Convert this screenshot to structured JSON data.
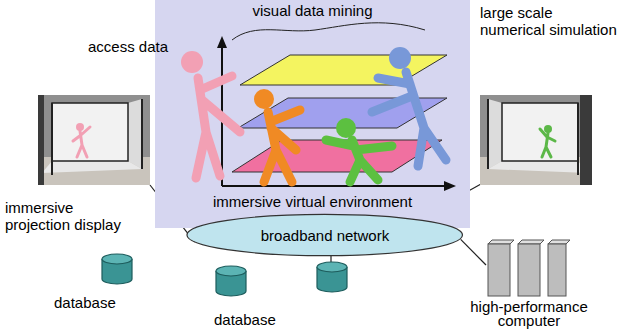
{
  "diagram": {
    "nodes": [
      {
        "text": [
          "visual data mining",
          "immersive virtual environment"
        ]
      },
      {
        "text": [
          "immersive projection display"
        ]
      },
      {
        "text": [
          "broadband network"
        ]
      },
      {
        "text": [
          "database"
        ]
      },
      {
        "text": [
          "database"
        ]
      },
      {
        "text": [
          "high-performance computer"
        ]
      }
    ],
    "edges": [
      {
        "from": 1,
        "to": 2,
        "arrow": "none"
      },
      {
        "from": 2,
        "to": 5,
        "arrow": "none"
      }
    ],
    "labels": [
      "access data",
      "large scale numerical simulation"
    ]
  }
}
